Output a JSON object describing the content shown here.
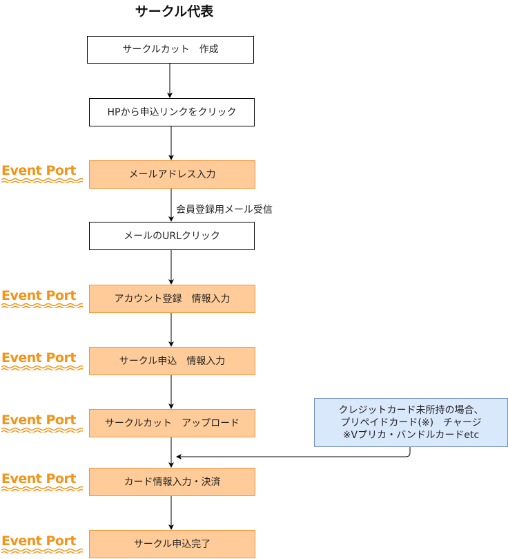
{
  "title": "サークル代表",
  "logo_text": "Event Port",
  "colors": {
    "orange_fill": "#ffcc99",
    "orange_stroke": "#f29436",
    "note_fill": "#dae8fc",
    "note_stroke": "#6c8ebf",
    "logo": "#f29419"
  },
  "steps": [
    {
      "label": "サークルカット　作成",
      "style": "white"
    },
    {
      "label": "HPから申込リンクをクリック",
      "style": "white"
    },
    {
      "label": "メールアドレス入力",
      "style": "orange",
      "logo": true
    },
    {
      "label": "メールのURLクリック",
      "style": "white"
    },
    {
      "label": "アカウント登録　情報入力",
      "style": "orange",
      "logo": true
    },
    {
      "label": "サークル申込　情報入力",
      "style": "orange",
      "logo": true
    },
    {
      "label": "サークルカット　アップロード",
      "style": "orange",
      "logo": true
    },
    {
      "label": "カード情報入力・決済",
      "style": "orange",
      "logo": true
    },
    {
      "label": "サークル申込完了",
      "style": "orange",
      "logo": true
    }
  ],
  "edge_label": "会員登録用メール受信",
  "note": {
    "line1": "クレジットカード未所持の場合、",
    "line2": "プリペイドカード(※)　チャージ",
    "line3": "※Vプリカ・バンドルカードetc"
  }
}
